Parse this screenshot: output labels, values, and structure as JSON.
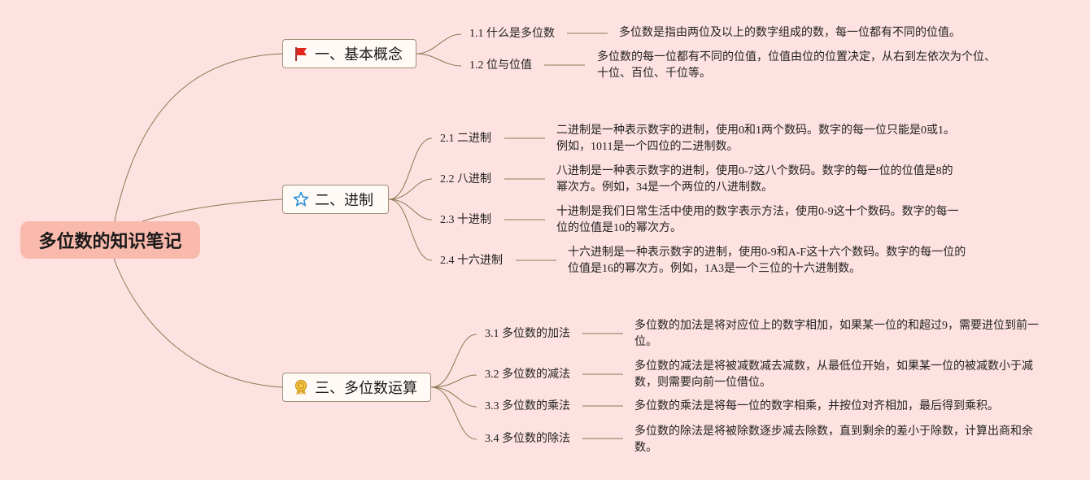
{
  "root": {
    "title": "多位数的知识笔记"
  },
  "colors": {
    "background": "#fde2e1",
    "root_fill": "#f9b9ad",
    "line": "#8a7a52",
    "topic_fill": "#fffaf6"
  },
  "topics": [
    {
      "label": "一、基本概念",
      "icon": "red-flag-icon",
      "children": [
        {
          "label": "1.1 什么是多位数",
          "desc": [
            "多位数是指由两位及以上的数字组成的数，每一位都有不同的位值。"
          ]
        },
        {
          "label": "1.2 位与位值",
          "desc": [
            "多位数的每一位都有不同的位值，位值由位的位置决定，从右到左依次为个位、",
            "十位、百位、千位等。"
          ]
        }
      ]
    },
    {
      "label": "二、进制",
      "icon": "blue-star-icon",
      "children": [
        {
          "label": "2.1 二进制",
          "desc": [
            "二进制是一种表示数字的进制，使用0和1两个数码。数字的每一位只能是0或1。",
            "例如，1011是一个四位的二进制数。"
          ]
        },
        {
          "label": "2.2 八进制",
          "desc": [
            "八进制是一种表示数字的进制，使用0-7这八个数码。数字的每一位的位值是8的",
            "幂次方。例如，34是一个两位的八进制数。"
          ]
        },
        {
          "label": "2.3 十进制",
          "desc": [
            "十进制是我们日常生活中使用的数字表示方法，使用0-9这十个数码。数字的每一",
            "位的位值是10的幂次方。"
          ]
        },
        {
          "label": "2.4 十六进制",
          "desc": [
            "十六进制是一种表示数字的进制，使用0-9和A-F这十六个数码。数字的每一位的",
            "位值是16的幂次方。例如，1A3是一个三位的十六进制数。"
          ]
        }
      ]
    },
    {
      "label": "三、多位数运算",
      "icon": "gold-medal-icon",
      "children": [
        {
          "label": "3.1 多位数的加法",
          "desc": [
            "多位数的加法是将对应位上的数字相加，如果某一位的和超过9，需要进位到前一",
            "位。"
          ]
        },
        {
          "label": "3.2 多位数的减法",
          "desc": [
            "多位数的减法是将被减数减去减数，从最低位开始，如果某一位的被减数小于减",
            "数，则需要向前一位借位。"
          ]
        },
        {
          "label": "3.3 多位数的乘法",
          "desc": [
            "多位数的乘法是将每一位的数字相乘，并按位对齐相加，最后得到乘积。"
          ]
        },
        {
          "label": "3.4 多位数的除法",
          "desc": [
            "多位数的除法是将被除数逐步减去除数，直到剩余的差小于除数，计算出商和余",
            "数。"
          ]
        }
      ]
    }
  ]
}
